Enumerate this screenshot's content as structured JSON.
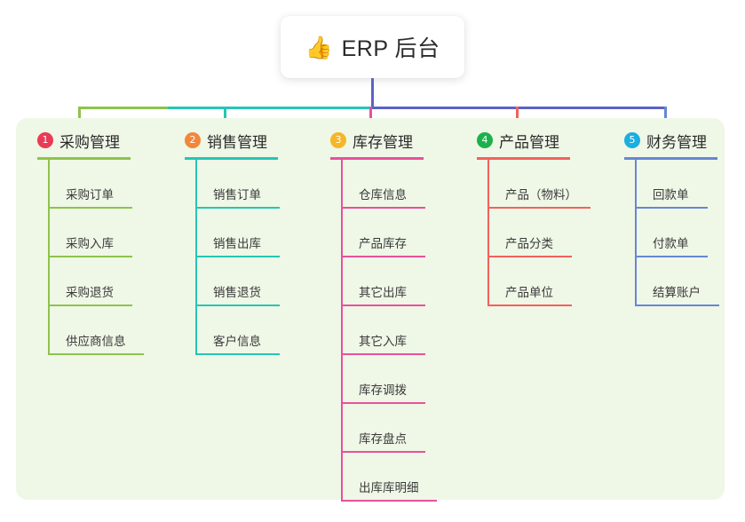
{
  "diagram": {
    "type": "mindmap",
    "background_color": "#ffffff",
    "panel_color": "#eff7e7",
    "root": {
      "icon": "thumbs-up-icon",
      "icon_glyph": "👍",
      "title": "ERP 后台",
      "card_color": "#ffffff"
    },
    "branches": [
      {
        "index": "1",
        "title": "采购管理",
        "badge_color": "#ea3b55",
        "line_color": "#8cc44b",
        "items": [
          "采购订单",
          "采购入库",
          "采购退货",
          "供应商信息"
        ]
      },
      {
        "index": "2",
        "title": "销售管理",
        "badge_color": "#f2873a",
        "line_color": "#25c6b4",
        "items": [
          "销售订单",
          "销售出库",
          "销售退货",
          "客户信息"
        ]
      },
      {
        "index": "3",
        "title": "库存管理",
        "badge_color": "#f5b627",
        "line_color": "#e8519c",
        "items": [
          "仓库信息",
          "产品库存",
          "其它出库",
          "其它入库",
          "库存调拨",
          "库存盘点",
          "出库库明细"
        ]
      },
      {
        "index": "4",
        "title": "产品管理",
        "badge_color": "#1bb24a",
        "line_color": "#f4615c",
        "items": [
          "产品（物料）",
          "产品分类",
          "产品单位"
        ]
      },
      {
        "index": "5",
        "title": "财务管理",
        "badge_color": "#1baee0",
        "line_color": "#6787d4",
        "items": [
          "回款单",
          "付款单",
          "结算账户"
        ]
      }
    ],
    "connectors": {
      "root_stem_color": "#5b63c4",
      "bus_left_color": "#8cc44b",
      "bus_mid_color": "#25c6b4",
      "bus_right_color": "#5b63c4"
    }
  }
}
